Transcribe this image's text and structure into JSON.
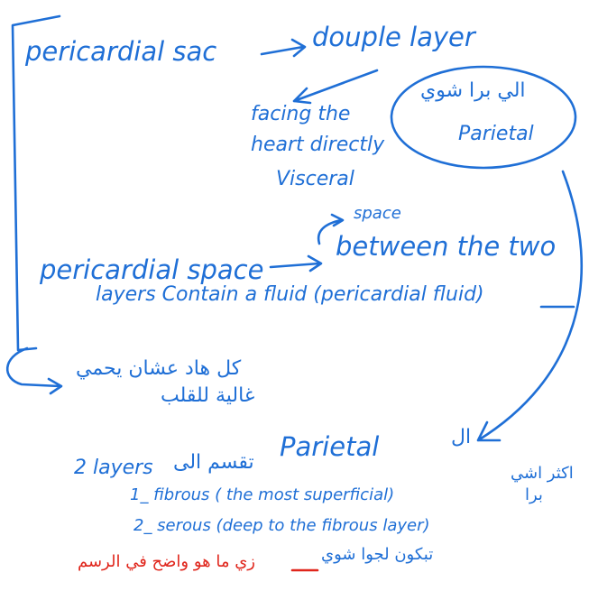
{
  "notes": {
    "line_1": {
      "term": "pericardial sac",
      "result": "douple layer"
    },
    "line_2": {
      "left": [
        "facing the",
        "heart directly"
      ],
      "visceral": "Visceral"
    },
    "circle_group": {
      "arabic": "الي برا شوي",
      "label": "Parietal"
    },
    "line_3": {
      "term": "pericardial space",
      "space": "space",
      "between": "between the two"
    },
    "line_4": {
      "text_a": "layers Contain a fluid (pericardial ",
      "text_b": "fluid",
      "text_c": ")"
    },
    "note_arabic": [
      "كل هاد عشان يحمي",
      "غالية للقلب"
    ],
    "parietal_section": {
      "al": "ال",
      "heading_a": "2 layers",
      "heading_ar": "تقسم الى",
      "heading_b": "Parietal",
      "side_note": [
        "اكثر اشي",
        "برا"
      ],
      "item1": "1_ fibrous ( the most superficial)",
      "item2": "2_ serous (deep to the fibrous layer)",
      "footer_ar": "تبكون لجوا شوي",
      "footer_red": "زي ما هو واضح في الرسم"
    }
  },
  "colors": {
    "ink": "#1f6fd6",
    "accent": "#e0261c",
    "background": "#ffffff"
  }
}
